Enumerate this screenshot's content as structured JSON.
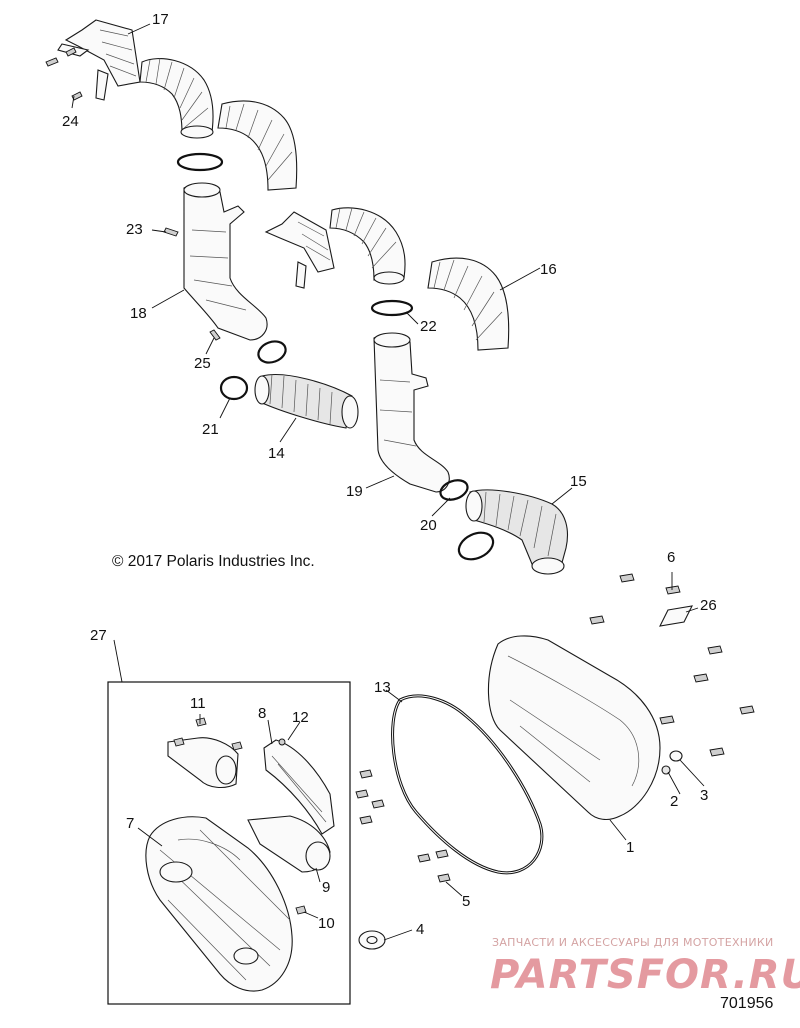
{
  "copyright": "© 2017 Polaris Industries Inc.",
  "drawing_number": "701956",
  "watermark": {
    "tagline": "ЗАПЧАСТИ И АКСЕССУАРЫ ДЛЯ МОТОТЕХНИКИ",
    "logo_text": "PARTSFOR.RU"
  },
  "callouts": {
    "c1": "1",
    "c2": "2",
    "c3": "3",
    "c4": "4",
    "c5": "5",
    "c6": "6",
    "c7": "7",
    "c8": "8",
    "c9": "9",
    "c10": "10",
    "c11": "11",
    "c12": "12",
    "c13": "13",
    "c14": "14",
    "c15": "15",
    "c16": "16",
    "c17": "17",
    "c18": "18",
    "c19": "19",
    "c20": "20",
    "c21": "21",
    "c22": "22",
    "c23": "23",
    "c24": "24",
    "c25": "25",
    "c26": "26",
    "c27": "27"
  },
  "colors": {
    "line": "#111111",
    "watermark": "#e49aa0",
    "background": "#ffffff"
  }
}
